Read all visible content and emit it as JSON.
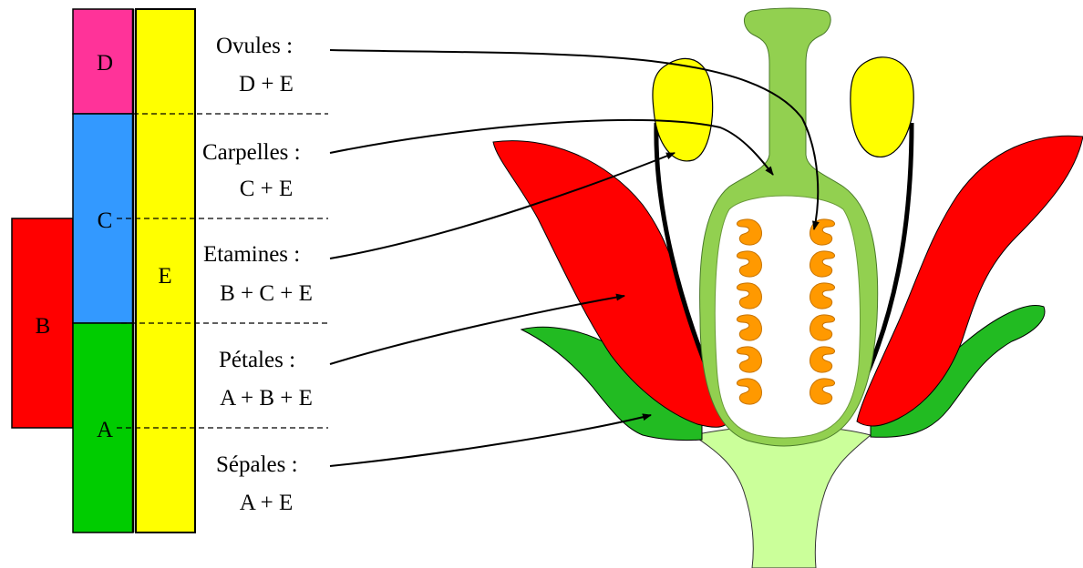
{
  "colors": {
    "A": "#00cc00",
    "B": "#ff0000",
    "C": "#3399ff",
    "D": "#ff3399",
    "E": "#ffff00",
    "sepal": "#22bb22",
    "petal": "#ff0000",
    "stamen_anther": "#ffff00",
    "carpel_light": "#cbff9a",
    "carpel": "#92d050",
    "ovule": "#ff9900"
  },
  "genes": {
    "A": "A",
    "B": "B",
    "C": "C",
    "D": "D",
    "E": "E"
  },
  "labels": {
    "ovules_title": "Ovules :",
    "ovules_formula": "D + E",
    "carpelles_title": "Carpelles :",
    "carpelles_formula": "C + E",
    "etamines_title": "Etamines :",
    "etamines_formula": "B + C + E",
    "petales_title": "Pétales :",
    "petales_formula": "A + B + E",
    "sepales_title": "Sépales :",
    "sepales_formula": "A + E"
  }
}
